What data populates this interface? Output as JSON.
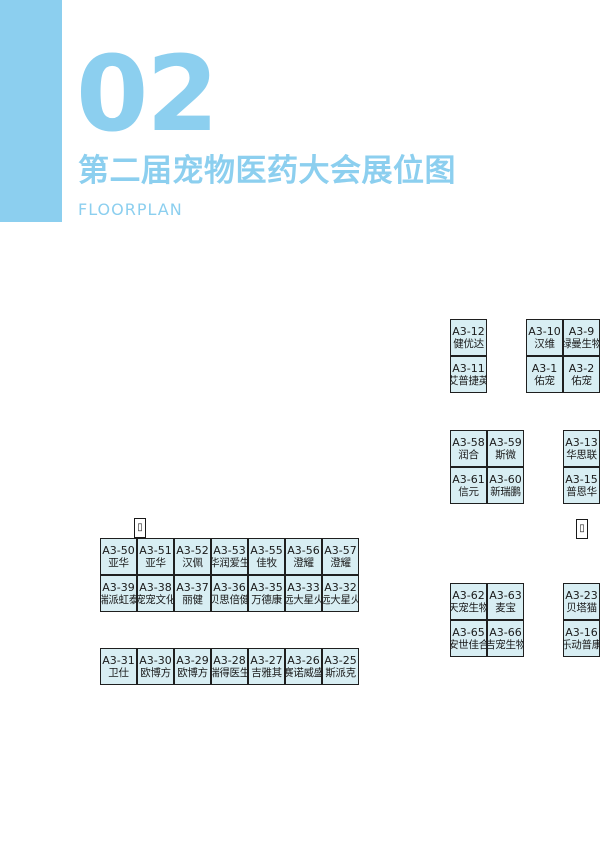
{
  "header": {
    "section_number": "02",
    "title": "第二届宠物医药大会展位图",
    "subtitle": "FLOORPLAN"
  },
  "icons": {
    "exit_door": "door-icon"
  },
  "colors": {
    "accent": "#8ccfef",
    "booth_fill": "#d8eef3",
    "booth_border": "#1f1f1f"
  },
  "booths": [
    {
      "code": "A3-50",
      "name": "亚华"
    },
    {
      "code": "A3-51",
      "name": "亚华"
    },
    {
      "code": "A3-52",
      "name": "汉佩"
    },
    {
      "code": "A3-53",
      "name": "华润爱生"
    },
    {
      "code": "A3-55",
      "name": "佳牧"
    },
    {
      "code": "A3-56",
      "name": "澄耀"
    },
    {
      "code": "A3-57",
      "name": "澄耀"
    },
    {
      "code": "A3-39",
      "name": "瑞派虹泰"
    },
    {
      "code": "A3-38",
      "name": "宠宠文化"
    },
    {
      "code": "A3-37",
      "name": "丽健"
    },
    {
      "code": "A3-36",
      "name": "贝思倍健"
    },
    {
      "code": "A3-35",
      "name": "万德康"
    },
    {
      "code": "A3-33",
      "name": "远大星火"
    },
    {
      "code": "A3-32",
      "name": "远大星火"
    },
    {
      "code": "A3-31",
      "name": "卫仕"
    },
    {
      "code": "A3-30",
      "name": "欧博方"
    },
    {
      "code": "A3-29",
      "name": "欧博方"
    },
    {
      "code": "A3-28",
      "name": "瑞得医生"
    },
    {
      "code": "A3-27",
      "name": "吉雅其"
    },
    {
      "code": "A3-26",
      "name": "赛诺威盛"
    },
    {
      "code": "A3-25",
      "name": "斯派克"
    },
    {
      "code": "A3-12",
      "name": "健优达"
    },
    {
      "code": "A3-11",
      "name": "艾普捷英"
    },
    {
      "code": "A3-10",
      "name": "汉维"
    },
    {
      "code": "A3-9",
      "name": "绿曼生物"
    },
    {
      "code": "A3-1",
      "name": "佑宠"
    },
    {
      "code": "A3-2",
      "name": "佑宠"
    },
    {
      "code": "A3-58",
      "name": "润合"
    },
    {
      "code": "A3-59",
      "name": "斯微"
    },
    {
      "code": "A3-61",
      "name": "信元"
    },
    {
      "code": "A3-60",
      "name": "新瑞鹏"
    },
    {
      "code": "A3-13",
      "name": "华思联"
    },
    {
      "code": "A3-15",
      "name": "普恩华"
    },
    {
      "code": "A3-62",
      "name": "天宠生物"
    },
    {
      "code": "A3-63",
      "name": "麦宝"
    },
    {
      "code": "A3-65",
      "name": "安世佳合"
    },
    {
      "code": "A3-66",
      "name": "吉宠生物"
    },
    {
      "code": "A3-23",
      "name": "贝塔猫"
    },
    {
      "code": "A3-16",
      "name": "乐动普康"
    }
  ]
}
